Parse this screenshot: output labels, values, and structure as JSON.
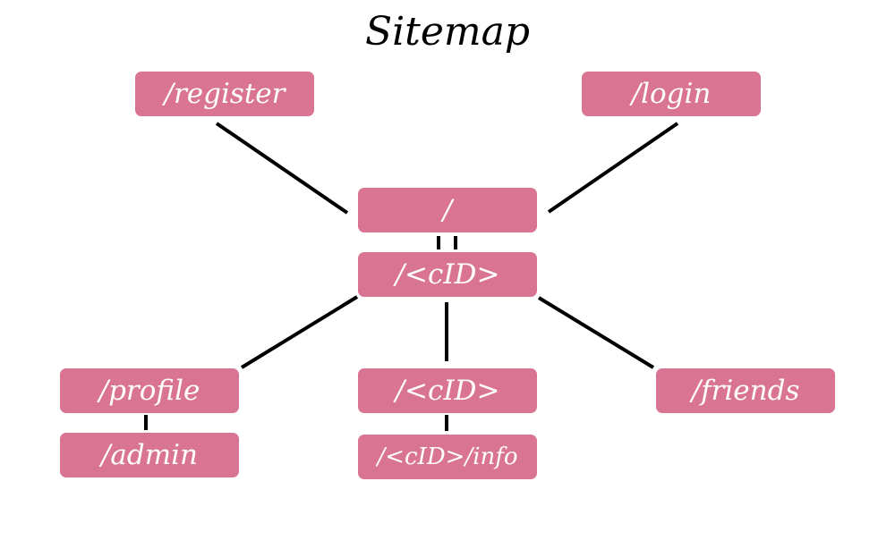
{
  "diagram": {
    "title": "Sitemap",
    "node_color": "#d97592",
    "edge_color": "#000000",
    "nodes": {
      "register": "/register",
      "login": "/login",
      "root": "/",
      "cid": "/<cID>",
      "profile": "/profile",
      "cid_child": "/<cID>",
      "friends": "/friends",
      "admin": "/admin",
      "cid_info": "/<cID>/info"
    },
    "edges": [
      [
        "register",
        "root"
      ],
      [
        "login",
        "root"
      ],
      [
        "root",
        "cid"
      ],
      [
        "cid",
        "profile"
      ],
      [
        "cid",
        "cid_child"
      ],
      [
        "cid",
        "friends"
      ],
      [
        "profile",
        "admin"
      ],
      [
        "cid_child",
        "cid_info"
      ]
    ]
  }
}
